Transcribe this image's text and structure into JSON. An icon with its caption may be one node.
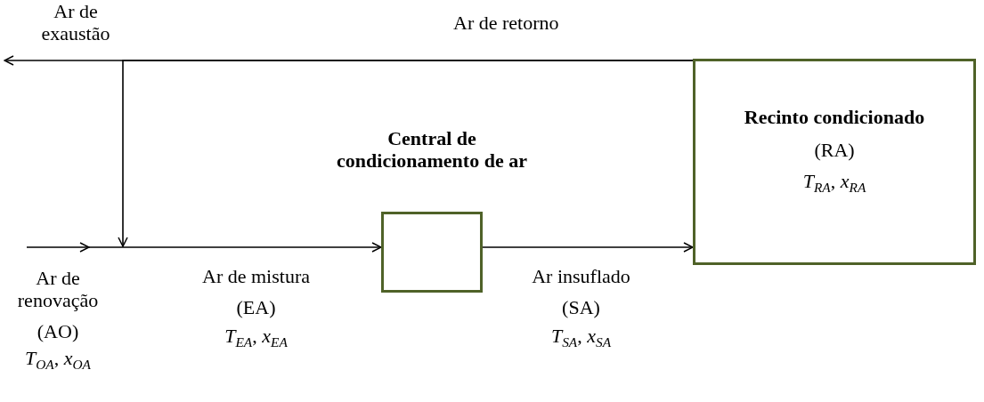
{
  "diagram": {
    "nodes": [
      {
        "text": [
          "Recinto condicionado",
          "(RA)",
          "*T*$_{RA}$, *x*$_{RA}$"
        ]
      },
      {
        "text": [
          "Central de condicionamento de ar"
        ]
      }
    ],
    "edges": [
      {
        "from": 0,
        "to": null,
        "arrow": "to",
        "label": "Ar de retorno"
      },
      {
        "from": 0,
        "to": null,
        "arrow": "to"
      },
      {
        "from": null,
        "to": 1,
        "arrow": "to"
      },
      {
        "from": 1,
        "to": 0,
        "arrow": "to"
      }
    ],
    "labels": [
      "Ar de exaustão",
      "Ar de renovação",
      "(AO)",
      "*T*$_{OA}$, *x*$_{OA}$",
      "Ar de mistura",
      "(EA)",
      "*T*$_{EA}$, *x*$_{EA}$",
      "Ar insuflado",
      "(SA)",
      "*T*$_{SA}$, *x*$_{SA}$"
    ]
  }
}
